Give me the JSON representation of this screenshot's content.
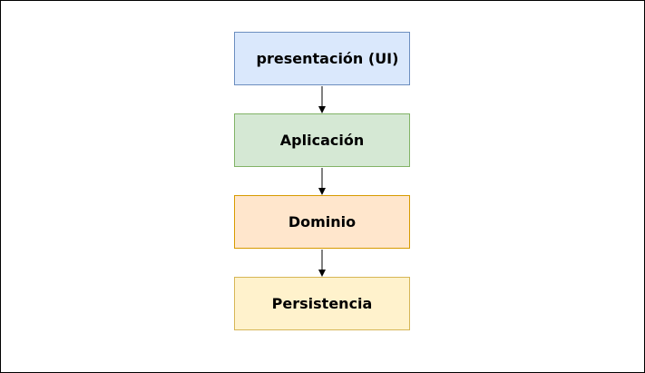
{
  "layers": [
    {
      "label": "presentación (UI)",
      "fill": "#dae8fc",
      "stroke": "#6c8ebf"
    },
    {
      "label": "Aplicación",
      "fill": "#d5e8d4",
      "stroke": "#82b366"
    },
    {
      "label": "Dominio",
      "fill": "#ffe6cc",
      "stroke": "#d79b00"
    },
    {
      "label": "Persistencia",
      "fill": "#fff2cc",
      "stroke": "#d6b656"
    }
  ],
  "arrow_color": "#000000"
}
